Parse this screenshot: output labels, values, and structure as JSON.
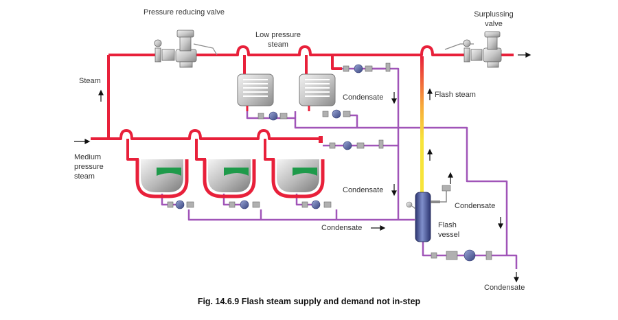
{
  "labels": {
    "prv": "Pressure reducing valve",
    "surplus": "Surplussing valve",
    "lp_steam": "Low pressure steam",
    "steam": "Steam",
    "mp_steam": "Medium pressure steam",
    "condensate_1": "Condensate",
    "flash_steam": "Flash steam",
    "condensate_2": "Condensate",
    "condensate_3": "Condensate",
    "condensate_4": "Condensate",
    "flash_vessel": "Flash vessel",
    "condensate_5": "Condensate"
  },
  "caption": "Fig. 14.6.9 Flash steam supply and demand not in-step",
  "colors": {
    "steam_red": "#e8203a",
    "condensate_purple": "#a054b8",
    "flash_steam_yellow": "#f7e43a",
    "vessel_blue": "#4a5a9a",
    "pan_green": "#1e9a4a"
  }
}
